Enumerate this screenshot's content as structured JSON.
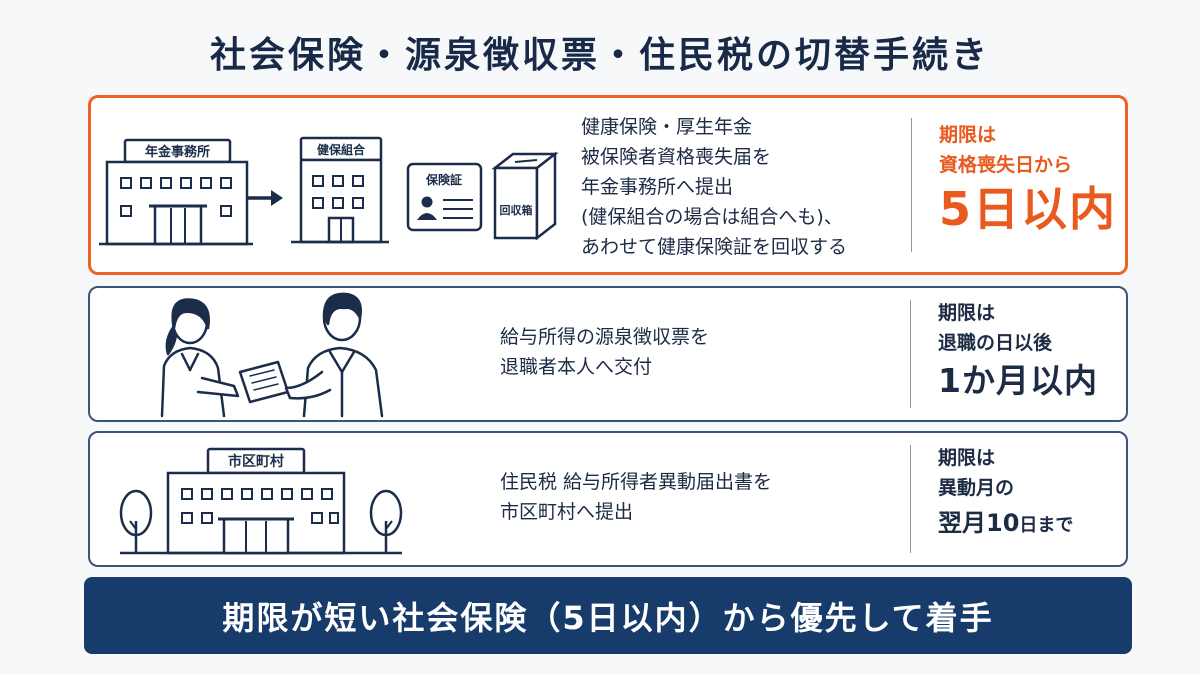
{
  "title": "社会保険・源泉徴収票・住民税の切替手続き",
  "steps": [
    {
      "labels": {
        "pension_office": "年金事務所",
        "health_union": "健保組合",
        "insurance_card": "保険証",
        "collection_box": "回収箱"
      },
      "description": [
        "健康保険・厚生年金",
        "被保険者資格喪失届を",
        "年金事務所へ提出",
        "(健保組合の場合は組合へも)、",
        "あわせて健康保険証を回収する"
      ],
      "deadline": {
        "lead": "期限は",
        "condition": "資格喪失日から",
        "value": "5日以内"
      }
    },
    {
      "description": [
        "給与所得の源泉徴収票を",
        "退職者本人へ交付"
      ],
      "deadline": {
        "lead": "期限は",
        "condition": "退職の日以後",
        "value": "1か月以内"
      }
    },
    {
      "labels": {
        "city_office": "市区町村"
      },
      "description": [
        "住民税 給与所得者異動届出書を",
        "市区町村へ提出"
      ],
      "deadline": {
        "lead": "期限は",
        "condition": "異動月の",
        "value_num": "翌月10",
        "value_suffix": "日まで"
      }
    }
  ],
  "banner": "期限が短い社会保険（5日以内）から優先して着手",
  "colors": {
    "navy": "#173c6c",
    "orange": "#ea5a1e",
    "border": "#3c5478"
  },
  "icons": [
    "building-icon",
    "arrow-right-icon",
    "id-card-icon",
    "collection-box-icon",
    "handover-illustration",
    "city-hall-icon",
    "tree-icon"
  ]
}
